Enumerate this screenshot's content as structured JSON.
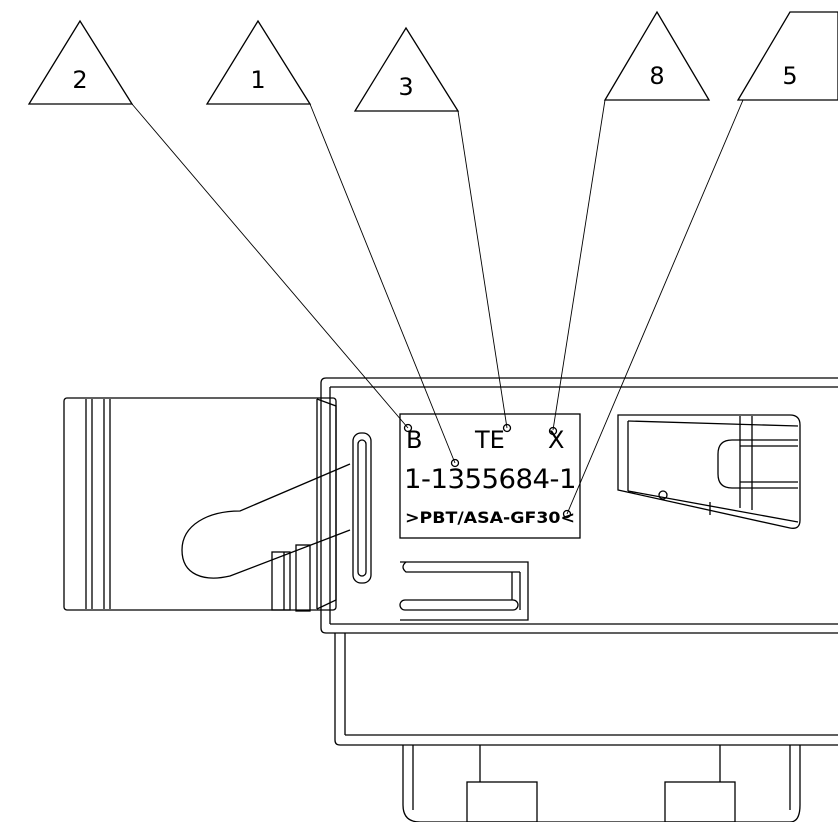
{
  "callouts": [
    {
      "id": "2",
      "label": "2"
    },
    {
      "id": "1",
      "label": "1"
    },
    {
      "id": "3",
      "label": "3"
    },
    {
      "id": "8",
      "label": "8"
    },
    {
      "id": "5",
      "label": "5"
    }
  ],
  "label_plate": {
    "revision": "B",
    "brand": "TE",
    "mark": "X",
    "part_number": "1-1355684-1",
    "material": ">PBT/ASA-GF30<"
  },
  "colors": {
    "line": "#000000",
    "background": "#ffffff"
  }
}
